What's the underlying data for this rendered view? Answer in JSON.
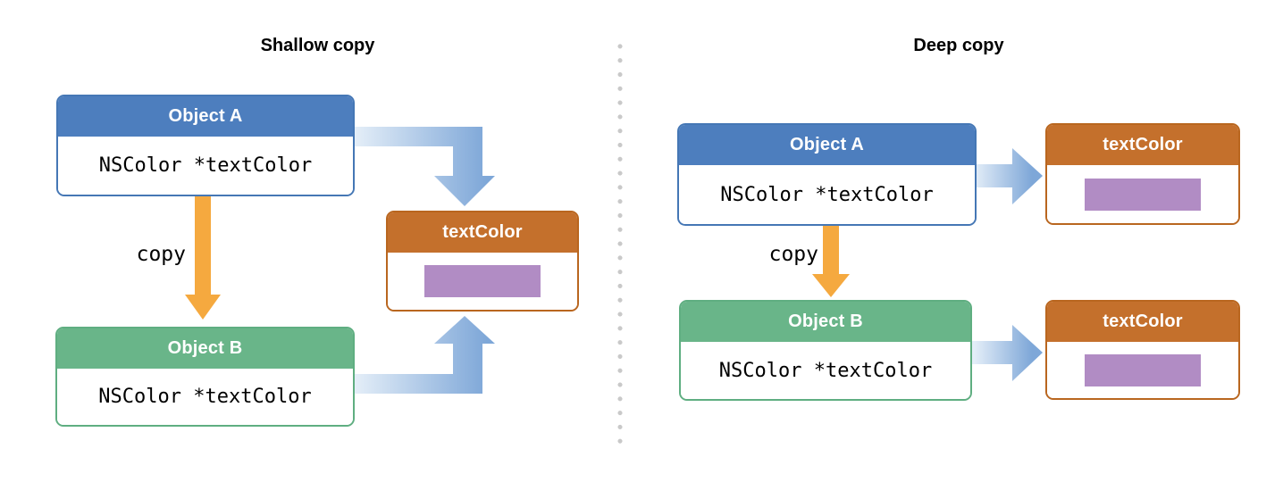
{
  "diagram": {
    "shallow": {
      "title": "Shallow copy",
      "object_a": {
        "title": "Object A",
        "field": "NSColor *textColor"
      },
      "object_b": {
        "title": "Object B",
        "field": "NSColor *textColor"
      },
      "copy_label": "copy",
      "textcolor": {
        "title": "textColor"
      }
    },
    "deep": {
      "title": "Deep copy",
      "object_a": {
        "title": "Object A",
        "field": "NSColor *textColor"
      },
      "object_b": {
        "title": "Object B",
        "field": "NSColor *textColor"
      },
      "copy_label": "copy",
      "textcolor_a": {
        "title": "textColor"
      },
      "textcolor_b": {
        "title": "textColor"
      }
    },
    "colors": {
      "object_a_header_blue": "#4d7ebe",
      "object_b_header_green": "#69b589",
      "textcolor_header_orange": "#c4702c",
      "color_swatch_purple": "#b18cc4",
      "copy_arrow_orange": "#f5a93f",
      "pointer_arrow_blue": "#7ea7d8",
      "pointer_arrow_light_blue": "#e4eef8",
      "divider_dot_gray": "#c9c9c9"
    }
  }
}
